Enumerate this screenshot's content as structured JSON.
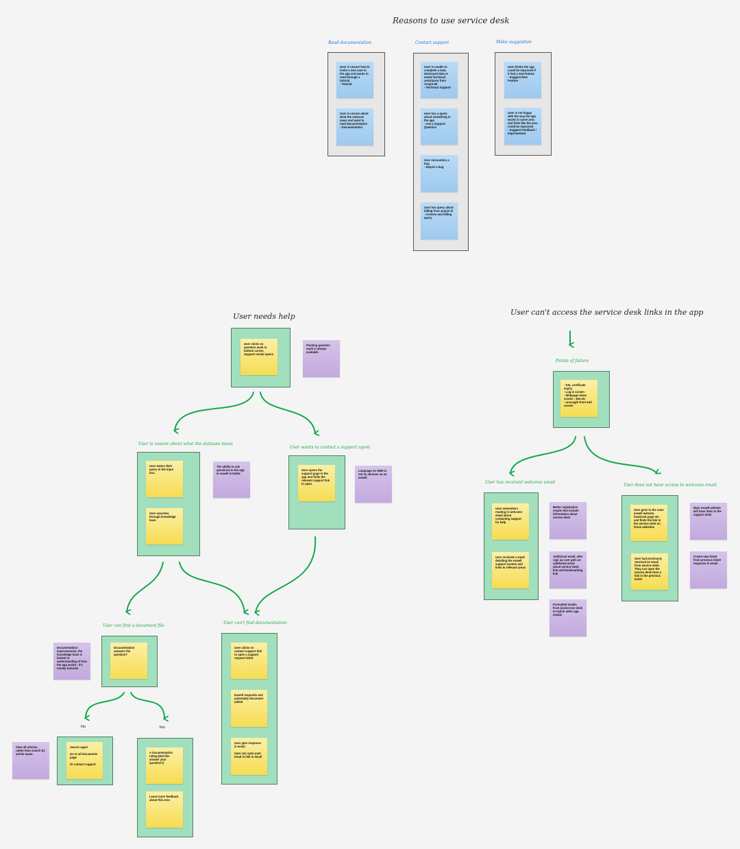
{
  "colors": {
    "arrow": "#11a94a",
    "blue_label": "#1f6fd1",
    "green_label": "#1aa64a",
    "frame_green": "#a2dfbc",
    "frame_gray": "#e7e7e7",
    "note_blue": "#a9d0f1",
    "note_yellow": "#f8e272",
    "note_purple": "#c9b2e2"
  },
  "titles": {
    "reasons": "Reasons to use service desk",
    "user_needs_help": "User needs help",
    "cant_access": "User can't access the service desk links in the app"
  },
  "columns": {
    "read_docs": "Read documentation",
    "contact_support": "Contact support",
    "make_suggestion": "Make suggestion"
  },
  "notes": {
    "rd1": "User is unsure how to invite a new user to the app and wants to read through a tutorial\n- Tutorial",
    "rd2": "User is unsure about what the statuses mean and want to read documentation\n- Documentation",
    "cs1": "User is unable to complete a task, destroyed data or needs technical assistance from Acquis BI\n- Technical Support",
    "cs2": "User has a query about something in the app\n- Ask a Support Question",
    "cs3": "User encounters a bug\n- Report a bug",
    "cs4": "User has query about billing from acquis bi\n- License and billing query",
    "ms1": "User thinks the app could be improved if it had a new feature\n- Suggest New Feature",
    "ms2": "User is not happy with the way the app works in some area and feels like the area could be improved\n- Suggest Feedback / Improvement",
    "help_start": "User clicks on question mark in bottom corner. Support modal opens",
    "floating": "Floating question mark is always available",
    "unsure_1": "User enters their query in the input box.",
    "unsure_2": "User searches through knowledge base",
    "ability": "The ability to ask questions in the app in exwell is better",
    "contact_1": "User opens the support page in the app and finds the relevant support link to open",
    "language": "Language on SMR is not as obvious as on exwell",
    "docs_improve": "Documentation improvements, the knowledge base is limited in understanding of how the app works - it's mostly tutorials",
    "found_1": "Documentation answers the question?",
    "view_all": "View all articles, rather than search by article name.",
    "no_1": "Search again\n\nGo to all documents page\n\nOr contact support",
    "yes_1": "A documentation rating (Did this answer your question?)",
    "yes_2": "Leave more feedback about this area",
    "cant_1": "User clicks on contact support link to open a support request ticket",
    "cant_2": "Exwell responds and potentially document added",
    "cant_3": "User gets response in email.\n\nUser can open past tread in link in email",
    "failure_1": "- SSL certificate expiry\n- Log in screen\n- Webpage down screen - 404 etc\n- uncaught front end screen",
    "recv_1": "User remembers reading in welcome email about contacting support for help",
    "recv_2": "User received a email detailing the exwell support system and links to relevant areas",
    "better_reg": "Better registration emails that include information about service desk",
    "additional": "Additional email, after sign up user gets an additional email about service desk link and bookmarking link",
    "formatted": "Formatted emails from jira/service desk to match other app emails",
    "noaccess_1": "User goes to the main exwell website, facebook page etc. and finds the link to the service desk on those websites",
    "noaccess_2": "User had previously received an email from service desk. They can open the service desk form a link in the previous ticket",
    "main_site": "Main exwell website will have links to the support desk",
    "new_ticket": "Create new ticket from previous ticket response in email"
  },
  "labels": {
    "unsure": "User is unsure about what the statuses mean",
    "wants_contact": "User wants to contact a support agent",
    "can_find": "User can find a document file",
    "cant_find": "User can't find documentation",
    "no": "No",
    "yes": "Yes",
    "points_failure": "Points of failure",
    "received_email": "User has received welcome email",
    "no_access_email": "User does not have access to welcome email"
  }
}
